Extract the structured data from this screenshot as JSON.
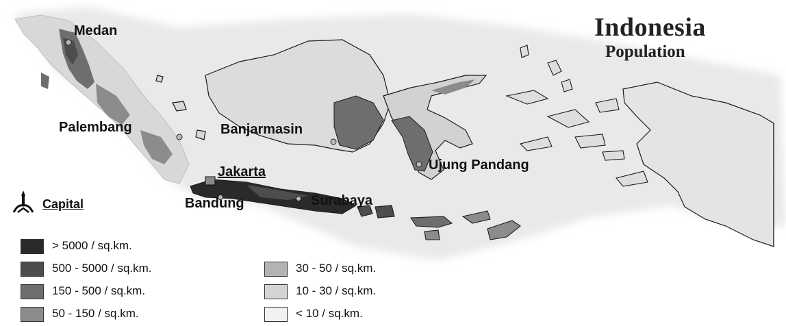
{
  "title": "Indonesia",
  "subtitle": "Population",
  "cities": {
    "medan": "Medan",
    "palembang": "Palembang",
    "banjarmasin": "Banjarmasin",
    "ujung_pandang": "Ujung Pandang",
    "jakarta": "Jakarta",
    "bandung": "Bandung",
    "surabaya": "Surabaya"
  },
  "capital_label": "Capital",
  "legend": [
    {
      "label": "> 5000 / sq.km.",
      "color": "#2a2a2a"
    },
    {
      "label": "500 - 5000 / sq.km.",
      "color": "#4d4d4d"
    },
    {
      "label": "150 - 500 / sq.km.",
      "color": "#6e6e6e"
    },
    {
      "label": "50 - 150 / sq.km.",
      "color": "#8c8c8c"
    },
    {
      "label": "30 - 50 / sq.km.",
      "color": "#b3b3b3"
    },
    {
      "label": "10 - 30 / sq.km.",
      "color": "#d4d4d4"
    },
    {
      "label": "< 10 / sq.km.",
      "color": "#f2f2f2"
    }
  ],
  "colors": {
    "sea_halo": "#e6e6e6",
    "land_base": "#d6d6d6",
    "border": "#1a1a1a"
  }
}
